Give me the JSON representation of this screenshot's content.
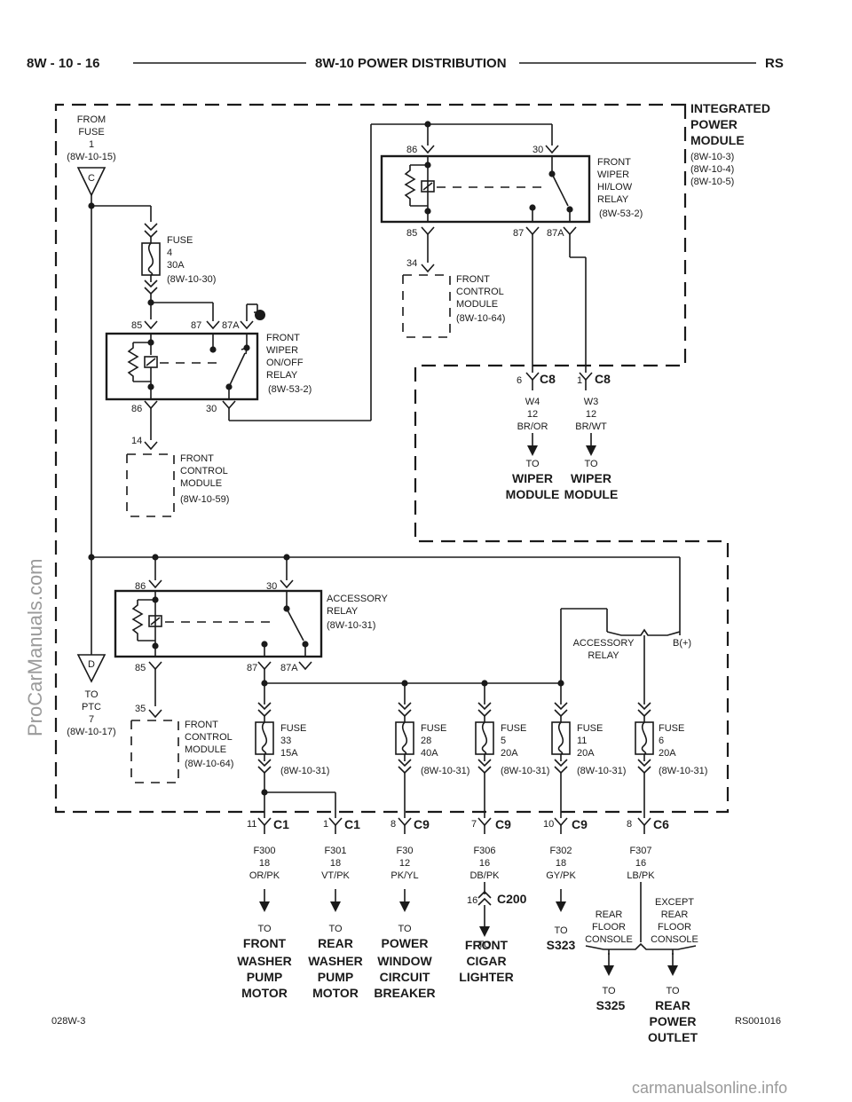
{
  "header": {
    "left": "8W - 10 - 16",
    "center": "8W-10 POWER DISTRIBUTION",
    "right": "RS"
  },
  "ipm": {
    "title": [
      "INTEGRATED",
      "POWER",
      "MODULE"
    ],
    "refs": [
      "(8W-10-3)",
      "(8W-10-4)",
      "(8W-10-5)"
    ]
  },
  "from_fuse": {
    "lines": [
      "FROM",
      "FUSE",
      "1",
      "(8W-10-15)"
    ],
    "conn": "C"
  },
  "to_ptc": {
    "lines": [
      "TO",
      "PTC",
      "7",
      "(8W-10-17)"
    ],
    "conn": "D"
  },
  "fuse4": {
    "lines": [
      "FUSE",
      "4",
      "30A",
      "(8W-10-30)"
    ]
  },
  "relay_onoff": {
    "lines": [
      "FRONT",
      "WIPER",
      "ON/OFF",
      "RELAY",
      "(8W-53-2)"
    ],
    "pins": [
      "85",
      "87",
      "87A",
      "86",
      "30"
    ]
  },
  "relay_hilow": {
    "lines": [
      "FRONT",
      "WIPER",
      "HI/LOW",
      "RELAY",
      "(8W-53-2)"
    ],
    "pins": [
      "86",
      "30",
      "85",
      "87",
      "87A"
    ]
  },
  "fcm_a": {
    "pin": "34",
    "lines": [
      "FRONT",
      "CONTROL",
      "MODULE",
      "(8W-10-64)"
    ]
  },
  "fcm_b": {
    "pin": "14",
    "lines": [
      "FRONT",
      "CONTROL",
      "MODULE",
      "(8W-10-59)"
    ]
  },
  "fcm_c": {
    "pin": "35",
    "lines": [
      "FRONT",
      "CONTROL",
      "MODULE",
      "(8W-10-64)"
    ]
  },
  "c8_left": {
    "pin": "6",
    "conn": "C8",
    "circuit": [
      "W4",
      "12",
      "BR/OR"
    ],
    "to": "TO",
    "dest": [
      "WIPER",
      "MODULE"
    ]
  },
  "c8_right": {
    "pin": "1",
    "conn": "C8",
    "circuit": [
      "W3",
      "12",
      "BR/WT"
    ],
    "to": "TO",
    "dest": [
      "WIPER",
      "MODULE"
    ]
  },
  "accessory_relay": {
    "lines": [
      "ACCESSORY",
      "RELAY",
      "(8W-10-31)"
    ],
    "pins": [
      "86",
      "30",
      "85",
      "87",
      "87A"
    ]
  },
  "acc_label": [
    "ACCESSORY",
    "RELAY"
  ],
  "bplus": "B(+)",
  "fuses_bottom": [
    {
      "lines": [
        "FUSE",
        "33",
        "15A"
      ],
      "ref": "(8W-10-31)"
    },
    {
      "lines": [
        "FUSE",
        "28",
        "40A"
      ],
      "ref": "(8W-10-31)"
    },
    {
      "lines": [
        "FUSE",
        "5",
        "20A"
      ],
      "ref": "(8W-10-31)"
    },
    {
      "lines": [
        "FUSE",
        "11",
        "20A"
      ],
      "ref": "(8W-10-31)"
    },
    {
      "lines": [
        "FUSE",
        "6",
        "20A"
      ],
      "ref": "(8W-10-31)"
    }
  ],
  "outputs": [
    {
      "pin": "11",
      "conn": "C1",
      "circuit": [
        "F300",
        "18",
        "OR/PK"
      ],
      "to": "TO",
      "dest": [
        "FRONT",
        "WASHER",
        "PUMP",
        "MOTOR"
      ]
    },
    {
      "pin": "1",
      "conn": "C1",
      "circuit": [
        "F301",
        "18",
        "VT/PK"
      ],
      "to": "TO",
      "dest": [
        "REAR",
        "WASHER",
        "PUMP",
        "MOTOR"
      ]
    },
    {
      "pin": "8",
      "conn": "C9",
      "circuit": [
        "F30",
        "12",
        "PK/YL"
      ],
      "to": "TO",
      "dest": [
        "POWER",
        "WINDOW",
        "CIRCUIT",
        "BREAKER"
      ]
    },
    {
      "pin": "7",
      "conn": "C9",
      "circuit": [
        "F306",
        "16",
        "DB/PK"
      ],
      "to": "TO",
      "dest": [
        "FRONT",
        "CIGAR",
        "LIGHTER"
      ]
    },
    {
      "pin": "10",
      "conn": "C9",
      "circuit": [
        "F302",
        "18",
        "GY/PK"
      ],
      "to": "TO",
      "dest": [
        "S323"
      ]
    },
    {
      "pin": "8",
      "conn": "C6",
      "circuit": [
        "F307",
        "16",
        "LB/PK"
      ]
    }
  ],
  "c200": {
    "pin": "16",
    "conn": "C200"
  },
  "rear_options": {
    "left": [
      "REAR",
      "FLOOR",
      "CONSOLE"
    ],
    "right": [
      "EXCEPT",
      "REAR",
      "FLOOR",
      "CONSOLE"
    ],
    "left_to": "TO",
    "left_dest": [
      "S325"
    ],
    "right_to": "TO",
    "right_dest": [
      "REAR",
      "POWER",
      "OUTLET"
    ]
  },
  "footer": {
    "left": "028W-3",
    "right": "RS001016"
  },
  "watermarks": {
    "side": "ProCarManuals.com",
    "bottom": "carmanualsonline.info"
  }
}
